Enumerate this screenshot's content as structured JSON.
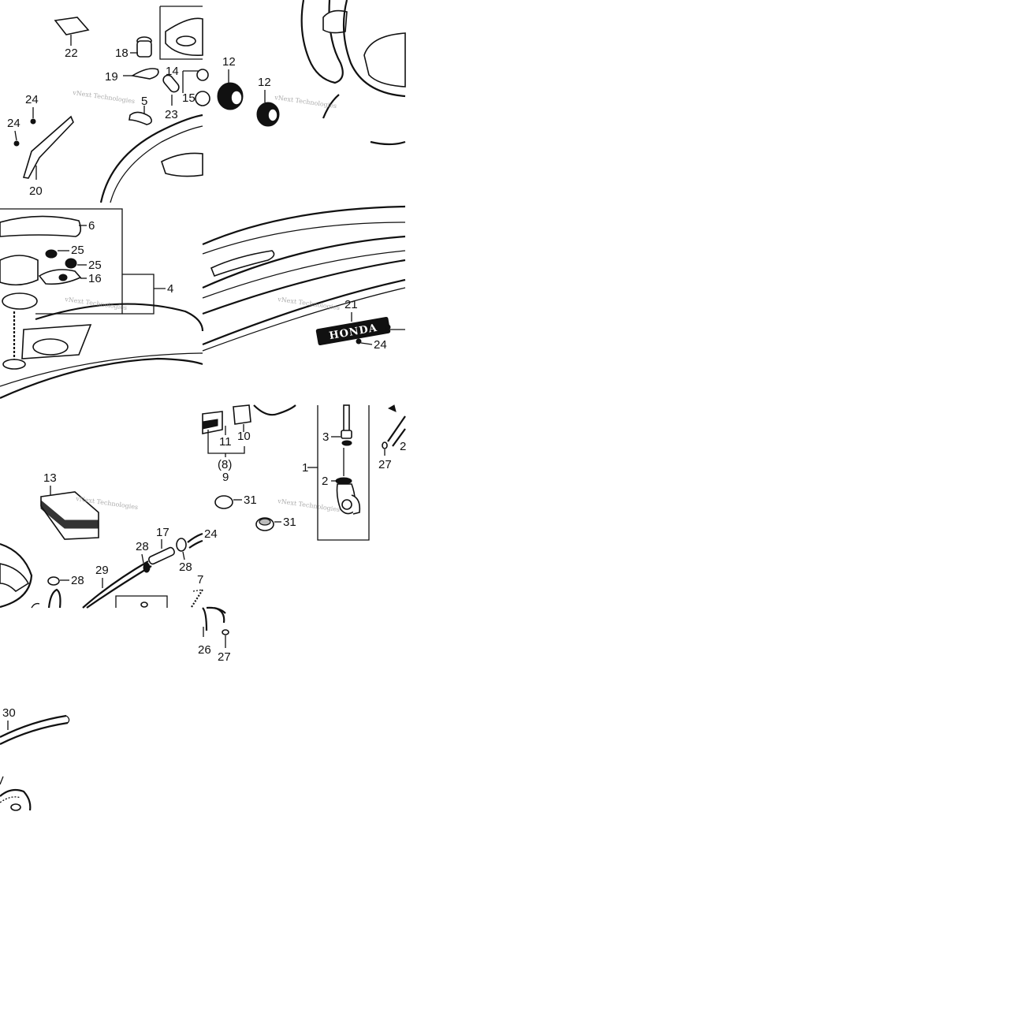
{
  "watermark": "vNext Technologies",
  "emblem_text": "HONDA",
  "callouts": {
    "c1": "1",
    "c2": "2",
    "c3": "3",
    "c4": "4",
    "c5": "5",
    "c6": "6",
    "c7": "7",
    "c8": "(8)",
    "c9": "9",
    "c10": "10",
    "c11": "11",
    "c12": "12",
    "c13": "13",
    "c14": "14",
    "c15": "15",
    "c16": "16",
    "c17": "17",
    "c18": "18",
    "c19": "19",
    "c20": "20",
    "c21": "21",
    "c22": "22",
    "c23": "23",
    "c24": "24",
    "c25": "25",
    "c26": "26",
    "c27": "27",
    "c28": "28",
    "c29": "29",
    "c30": "30",
    "c31": "31",
    "c2b": "2"
  }
}
